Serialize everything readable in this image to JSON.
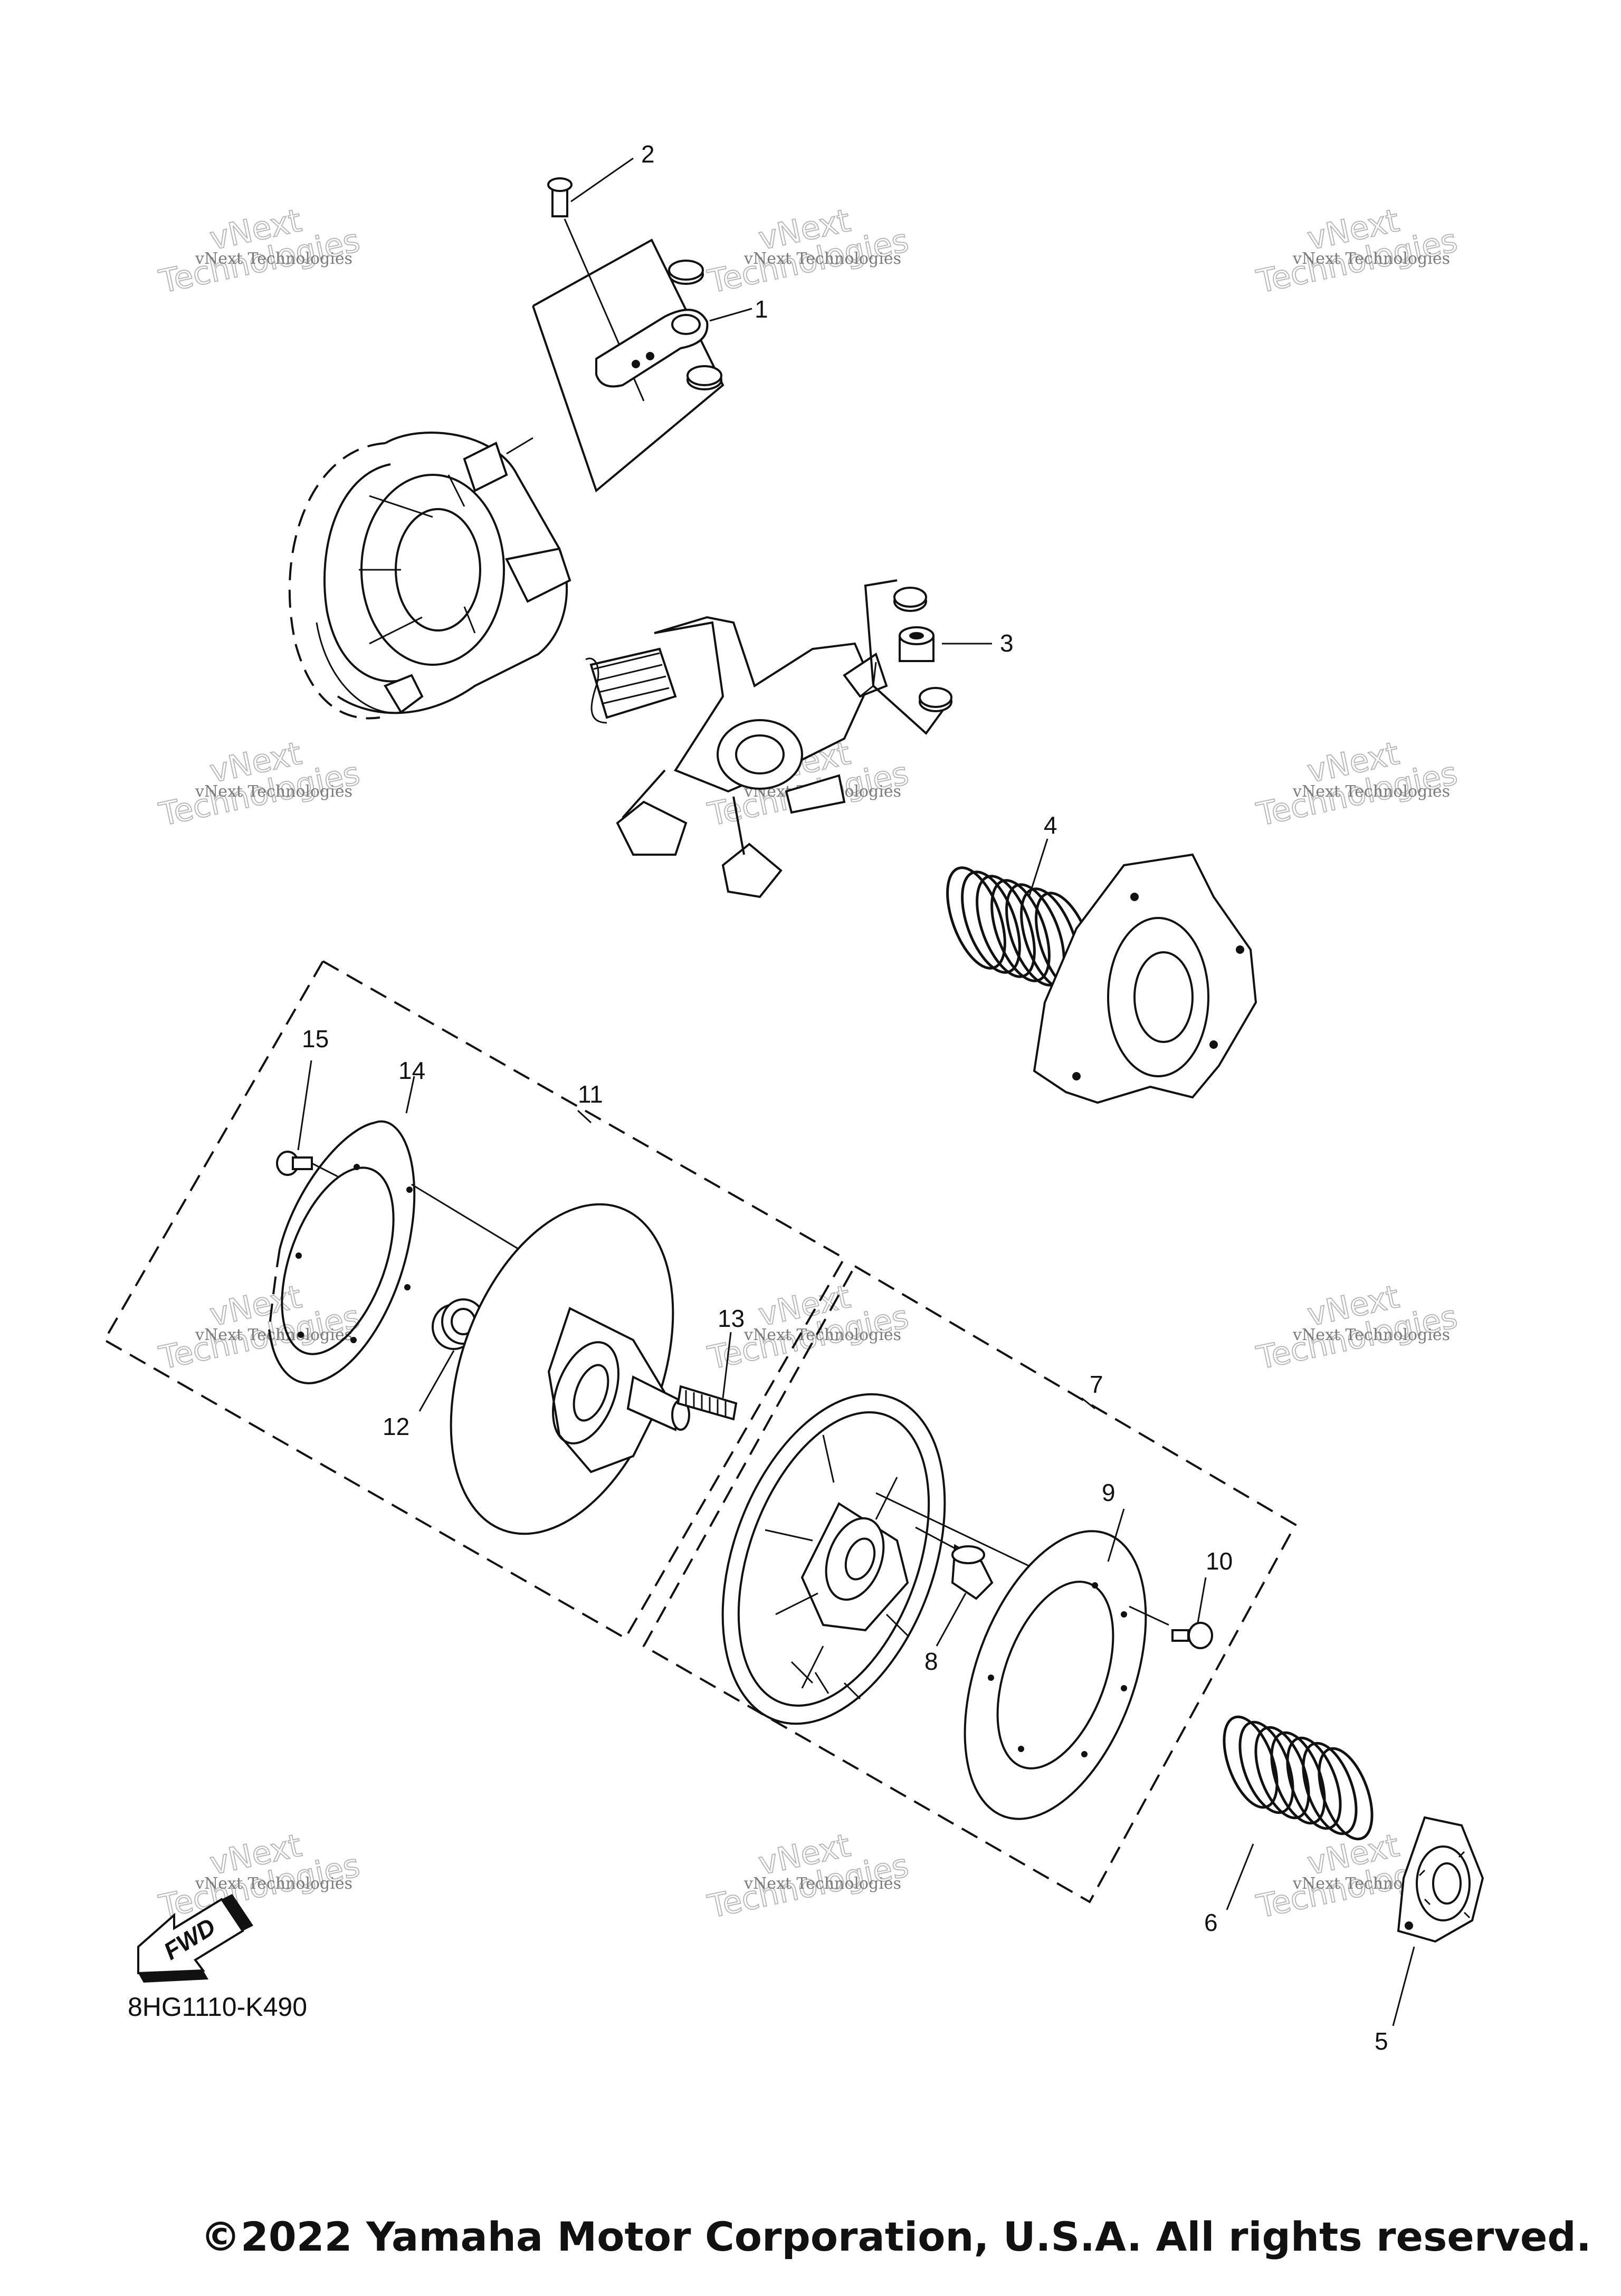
{
  "watermark": {
    "line1": "vNext Technologies",
    "line2": "vNext",
    "line3": "Technologies"
  },
  "callouts": [
    "1",
    "2",
    "3",
    "4",
    "5",
    "6",
    "7",
    "8",
    "9",
    "10",
    "11",
    "12",
    "13",
    "14",
    "15"
  ],
  "fwd_label": "FWD",
  "diagram_code": "8HG1110-K490",
  "copyright": "©2022 Yamaha Motor Corporation, U.S.A. All rights reserved."
}
